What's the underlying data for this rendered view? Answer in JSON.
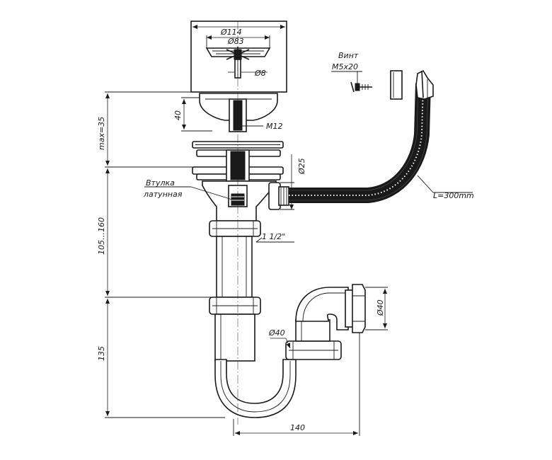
{
  "dimensions": {
    "d114": "Ø114",
    "d83": "Ø83",
    "d8": "Ø8",
    "h40": "40",
    "m12": "M12",
    "max35": "max=35",
    "d25": "Ø25",
    "h105_160": "105…160",
    "thread": "1 1/2\"",
    "h135": "135",
    "d40_side": "Ø40",
    "d40_mid": "Ø40",
    "w140": "140",
    "hose_len": "L=300mm"
  },
  "labels": {
    "screw_line1": "Винт",
    "screw_line2": "M5x20",
    "bushing_line1": "Втулка",
    "bushing_line2": "латунная"
  },
  "colors": {
    "ink": "#1a1a1a",
    "paper": "#ffffff"
  }
}
